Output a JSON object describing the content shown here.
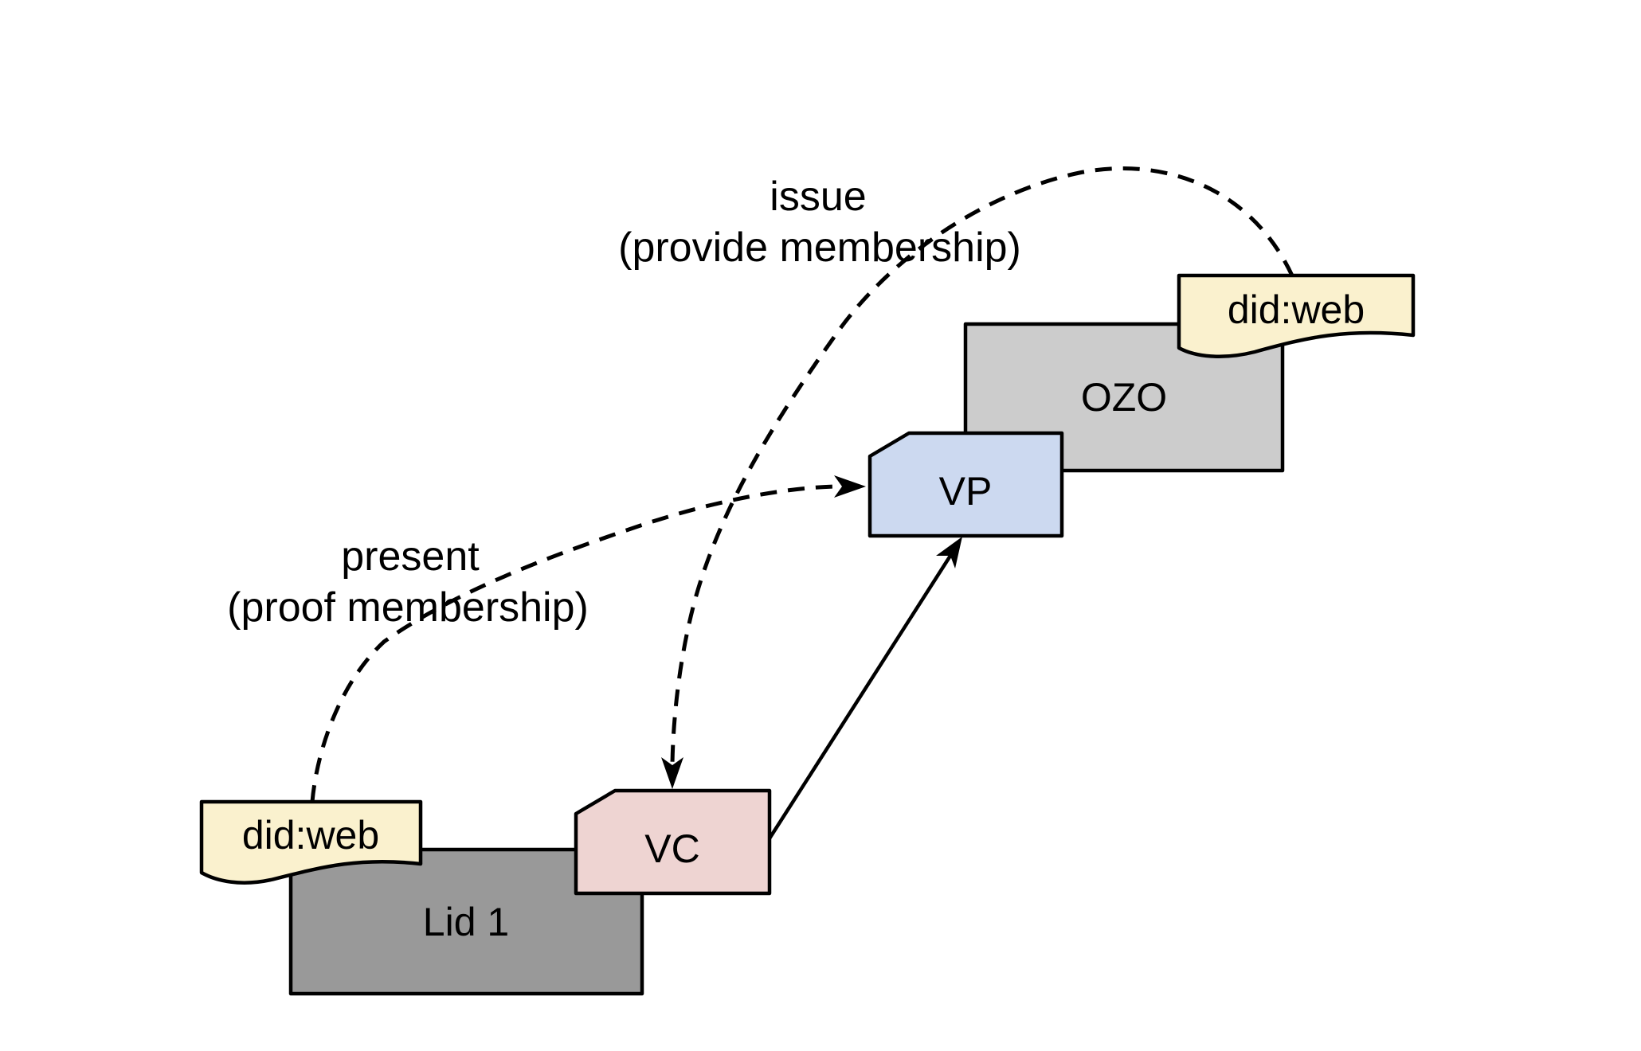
{
  "canvas": {
    "background": "#ffffff",
    "stroke_color": "#000000",
    "text_color": "#000000"
  },
  "nodes": {
    "ozo": {
      "label": "OZO",
      "fill": "#cccccc",
      "shape": "rectangle"
    },
    "lid1": {
      "label": "Lid 1",
      "fill": "#999999",
      "shape": "rectangle"
    },
    "vp": {
      "label": "VP",
      "fill": "#ccd9f0",
      "shape": "card"
    },
    "vc": {
      "label": "VC",
      "fill": "#eed4d2",
      "shape": "card"
    },
    "didweb_ozo": {
      "label": "did:web",
      "fill": "#faf1ce",
      "shape": "document"
    },
    "didweb_lid1": {
      "label": "did:web",
      "fill": "#faf1ce",
      "shape": "document"
    }
  },
  "edges": {
    "issue": {
      "label_line1": "issue",
      "label_line2": "(provide membership)",
      "style": "dashed",
      "from": "did:web (OZO)",
      "to": "VC"
    },
    "present": {
      "label_line1": "present",
      "label_line2": "(proof membership)",
      "style": "dashed",
      "from": "did:web (Lid 1)",
      "to": "VP"
    },
    "vc_to_vp": {
      "style": "solid",
      "from": "VC",
      "to": "VP"
    }
  }
}
